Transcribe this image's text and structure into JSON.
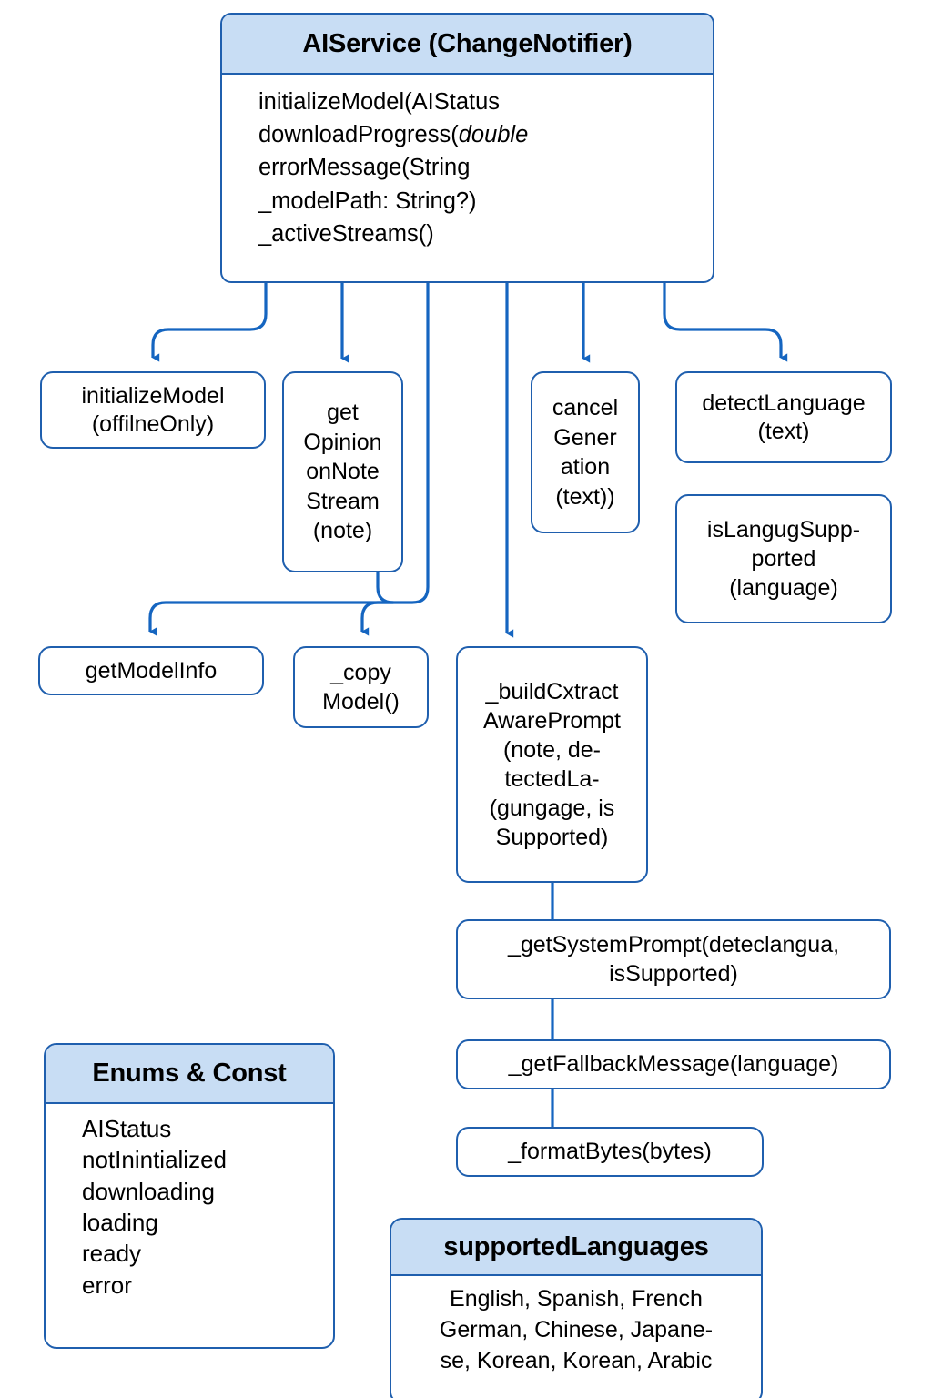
{
  "diagram": {
    "type": "uml-class-diagram",
    "title": "AIService architecture",
    "colors": {
      "header_fill": "#c8ddf4",
      "border": "#1f5fae",
      "connector": "#1565c0",
      "background": "#ffffff",
      "text": "#000000"
    }
  },
  "nodes": {
    "aiservice": {
      "header": "AIService (ChangeNotifier)",
      "lines": [
        "initializeModel(AIStatus",
        "downloadProgress(",
        "double",
        "errorMessage(String",
        "_modelPath: String?)",
        "_activeStreams()"
      ]
    },
    "initialize_model": {
      "lines": [
        "initializeModel",
        "(offilneOnly)"
      ]
    },
    "get_opinion": {
      "lines": [
        "get",
        "Opinion",
        "onNote",
        "Stream",
        "(note)"
      ]
    },
    "cancel_generation": {
      "lines": [
        "cancel",
        "Gener",
        "ation",
        "(text))"
      ]
    },
    "detect_language": {
      "lines": [
        "detectLanguage",
        "(text)"
      ]
    },
    "is_language_supported": {
      "lines": [
        "isLangugSupp-",
        "ported",
        "(language)"
      ]
    },
    "get_model_info": {
      "lines": [
        "getModelInfo"
      ]
    },
    "copy_model": {
      "lines": [
        "_copy",
        "Model()"
      ]
    },
    "build_context_aware_prompt": {
      "lines": [
        "_buildCxtract",
        "AwarePrompt",
        "(note, de-",
        "tectedLa-",
        "(gungage, is",
        "Supported)"
      ]
    },
    "get_system_prompt": {
      "lines": [
        "_getSystemPrompt(deteclangua,",
        "isSupported)"
      ]
    },
    "get_fallback_message": {
      "lines": [
        "_getFallbackMessage(language)"
      ]
    },
    "format_bytes": {
      "lines": [
        "_formatBytes(bytes)"
      ]
    },
    "enums_const": {
      "header": "Enums & Const",
      "lines": [
        "AIStatus",
        "notInintialized",
        "downloading",
        "loading",
        "ready",
        "error"
      ]
    },
    "supported_languages": {
      "header": "supportedLanguages",
      "lines": [
        "English, Spanish, French",
        "German, Chinese, Japane-",
        "se, Korean, Korean, Arabic"
      ]
    }
  },
  "edges": [
    {
      "from": "aiservice",
      "to": "initialize_model",
      "style": "elbow-left-arrow"
    },
    {
      "from": "aiservice",
      "to": "get_opinion",
      "style": "straight-arrow"
    },
    {
      "from": "aiservice",
      "to": "get_model_info",
      "style": "bus-down-arrow"
    },
    {
      "from": "aiservice",
      "to": "build_context_aware_prompt",
      "style": "straight-arrow"
    },
    {
      "from": "aiservice",
      "to": "cancel_generation",
      "style": "straight-arrow"
    },
    {
      "from": "aiservice",
      "to": "detect_language",
      "style": "elbow-right-arrow"
    },
    {
      "from": "get_opinion",
      "to": "copy_model",
      "style": "elbow-arrow"
    },
    {
      "from": "build_context_aware_prompt",
      "to": "get_system_prompt",
      "style": "line"
    },
    {
      "from": "get_system_prompt",
      "to": "get_fallback_message",
      "style": "line"
    },
    {
      "from": "get_fallback_message",
      "to": "format_bytes",
      "style": "line"
    }
  ]
}
